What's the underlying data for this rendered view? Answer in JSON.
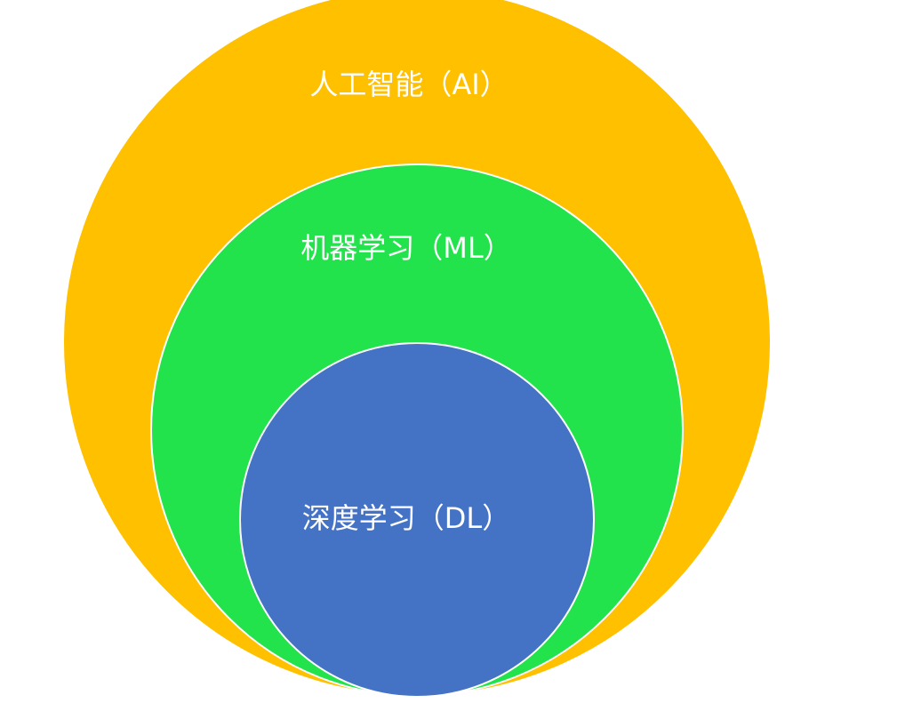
{
  "diagram": {
    "type": "nested-circles",
    "circles": [
      {
        "label": "人工智能（AI）",
        "color": "#FFC000"
      },
      {
        "label": "机器学习（ML）",
        "color": "#22E34C"
      },
      {
        "label": "深度学习（DL）",
        "color": "#4472C4"
      }
    ],
    "outline_color": "#ffffff",
    "label_color": "#ffffff"
  }
}
